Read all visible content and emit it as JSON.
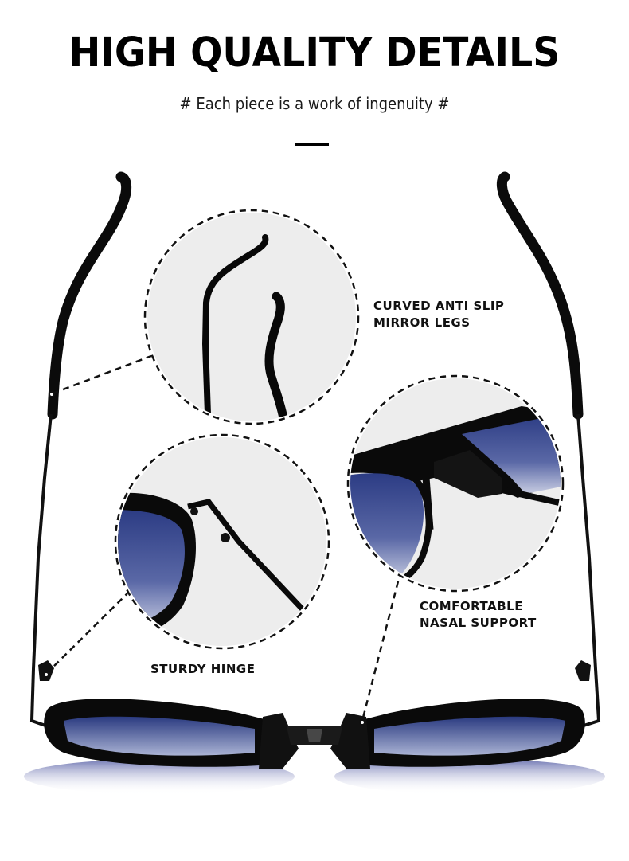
{
  "header": {
    "title": "HIGH QUALITY DETAILS",
    "subtitle": "# Each piece is a work of ingenuity #"
  },
  "callouts": [
    {
      "id": "legs",
      "line1": "CURVED ANTI SLIP",
      "line2": "MIRROR LEGS",
      "icon": "temple-tip-closeup"
    },
    {
      "id": "nasal",
      "line1": "COMFORTABLE",
      "line2": "NASAL SUPPORT",
      "icon": "nose-pad-closeup"
    },
    {
      "id": "hinge",
      "line1": "STURDY HINGE",
      "icon": "hinge-closeup"
    }
  ],
  "colors": {
    "background": "#ffffff",
    "circle_fill": "#ededed",
    "frame": "#0a0a0a",
    "lens_top": "#2e3f86",
    "lens_bottom": "#c9cfe3",
    "dash": "#111111"
  }
}
